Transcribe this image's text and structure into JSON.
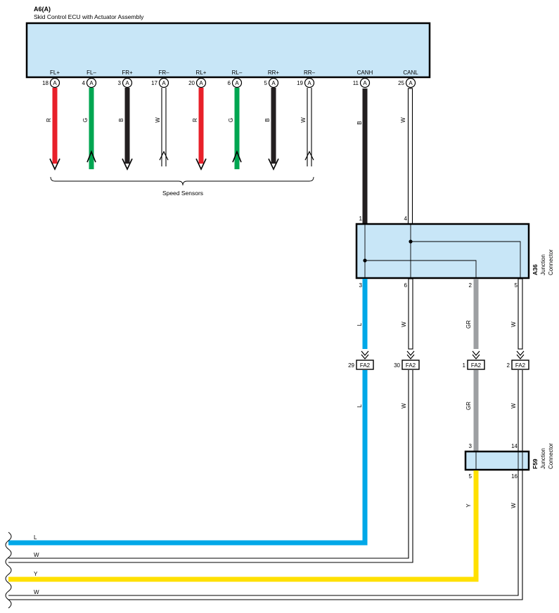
{
  "ecu": {
    "id": "A6(A)",
    "name": "Skid Control ECU with Actuator Assembly",
    "terminals": [
      {
        "label": "FL+",
        "pin": "18",
        "conn": "A",
        "wire": "R",
        "color": "#e8202a"
      },
      {
        "label": "FL–",
        "pin": "4",
        "conn": "A",
        "wire": "G",
        "color": "#00a651"
      },
      {
        "label": "FR+",
        "pin": "3",
        "conn": "A",
        "wire": "B",
        "color": "#231f20"
      },
      {
        "label": "FR–",
        "pin": "17",
        "conn": "A",
        "wire": "W",
        "color": "#ffffff"
      },
      {
        "label": "RL+",
        "pin": "20",
        "conn": "A",
        "wire": "R",
        "color": "#e8202a"
      },
      {
        "label": "RL–",
        "pin": "6",
        "conn": "A",
        "wire": "G",
        "color": "#00a651"
      },
      {
        "label": "RR+",
        "pin": "5",
        "conn": "A",
        "wire": "B",
        "color": "#231f20"
      },
      {
        "label": "RR–",
        "pin": "19",
        "conn": "A",
        "wire": "W",
        "color": "#ffffff"
      },
      {
        "label": "CANH",
        "pin": "11",
        "conn": "A",
        "wire": "B",
        "color": "#231f20"
      },
      {
        "label": "CANL",
        "pin": "25",
        "conn": "A",
        "wire": "W",
        "color": "#ffffff"
      }
    ]
  },
  "speed_sensors_label": "Speed Sensors",
  "junction_a36": {
    "id": "A36",
    "name_line1": "Junction",
    "name_line2": "Connector",
    "top_pins": [
      "1",
      "4"
    ],
    "bottom_pins": [
      "3",
      "6",
      "2",
      "5"
    ]
  },
  "fa2": {
    "name": "FA2",
    "pins": [
      "29",
      "30",
      "1",
      "2"
    ]
  },
  "wires_a36_to_fa2": [
    {
      "code": "L",
      "color": "#00a8e8"
    },
    {
      "code": "W",
      "color": "#ffffff"
    },
    {
      "code": "GR",
      "color": "#9d9fa2"
    },
    {
      "code": "W",
      "color": "#ffffff"
    }
  ],
  "wires_below_fa2": [
    {
      "code": "L"
    },
    {
      "code": "W"
    },
    {
      "code": "GR"
    },
    {
      "code": "W"
    }
  ],
  "junction_f59": {
    "id": "F59",
    "name_line1": "Junction",
    "name_line2": "Connector",
    "top_pins": [
      "3",
      "14"
    ],
    "bottom_pins": [
      "5",
      "16"
    ],
    "wire_labels": [
      "Y",
      "W"
    ]
  },
  "exit_wires": [
    {
      "code": "L",
      "color": "#00a8e8"
    },
    {
      "code": "W",
      "color": "#ffffff"
    },
    {
      "code": "Y",
      "color": "#ffe000"
    },
    {
      "code": "W",
      "color": "#ffffff"
    }
  ]
}
